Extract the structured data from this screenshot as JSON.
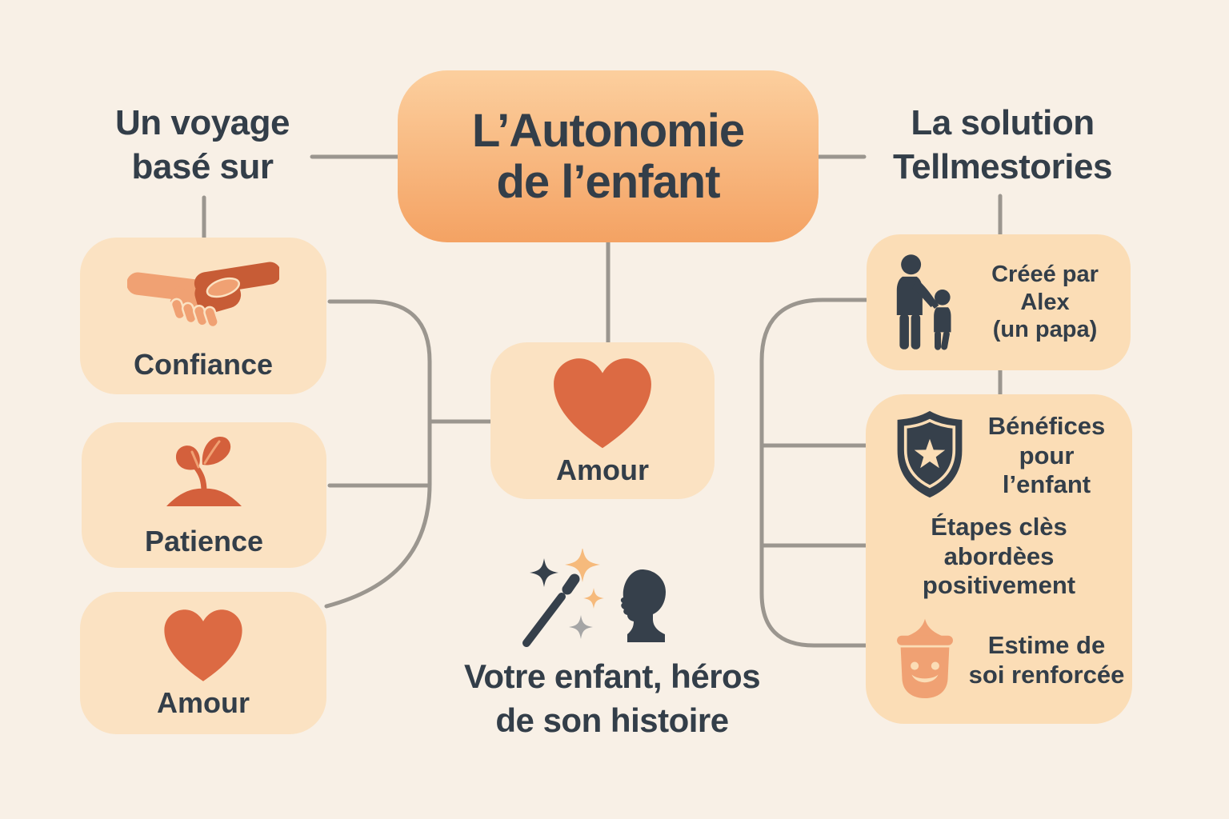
{
  "palette": {
    "background": "#F8F0E6",
    "title_gradient_top": "#FCCF9E",
    "title_gradient_bottom": "#F4A263",
    "card_peach_left": "#FBE2C2",
    "card_peach_right": "#FBDDB6",
    "text_dark_slate": "#333E49",
    "connector_gray": "#9B968F",
    "accent_orange": "#DC6A43",
    "accent_orange_light": "#F0A173",
    "sparkle_orange": "#F6BA7C",
    "sparkle_gray": "#A5A5A5"
  },
  "icons": {
    "handshake-icon": "two clasped hands, orange tones",
    "sprout-icon": "seedling with two leaves on mound",
    "heart-icon": "orange heart",
    "parent-child-icon": "adult holding child's hand silhouette",
    "shield-star-icon": "shield with star",
    "child-face-icon": "smiling child face with pointed hair",
    "magic-wand-icon": "magic wand with sparkles",
    "child-head-icon": "child head profile silhouette"
  },
  "title": {
    "line1": "L’Autonomie",
    "line2": "de l’enfant"
  },
  "left_section": {
    "heading_line1": "Un voyage",
    "heading_line2": "basé sur",
    "items": [
      {
        "label": "Confiance",
        "icon": "handshake-icon"
      },
      {
        "label": "Patience",
        "icon": "sprout-icon"
      },
      {
        "label": "Amour",
        "icon": "heart-icon"
      }
    ]
  },
  "center": {
    "amour_label": "Amour",
    "tagline_line1": "Votre enfant, héros",
    "tagline_line2": "de son histoire"
  },
  "right_section": {
    "heading_line1": "La solution",
    "heading_line2": "Tellmestories",
    "creator_card": {
      "line1": "Créeé par",
      "line2": "Alex",
      "line3": "(un papa)"
    },
    "benefits_card": {
      "benefit_line1": "Bénéfices",
      "benefit_line2": "pour",
      "benefit_line3": "l’enfant",
      "steps_line1": "Étapes clès",
      "steps_line2": "abordèes",
      "steps_line3": "positivement",
      "esteem_line1": "Estime de",
      "esteem_line2": "soi renforcée"
    }
  }
}
